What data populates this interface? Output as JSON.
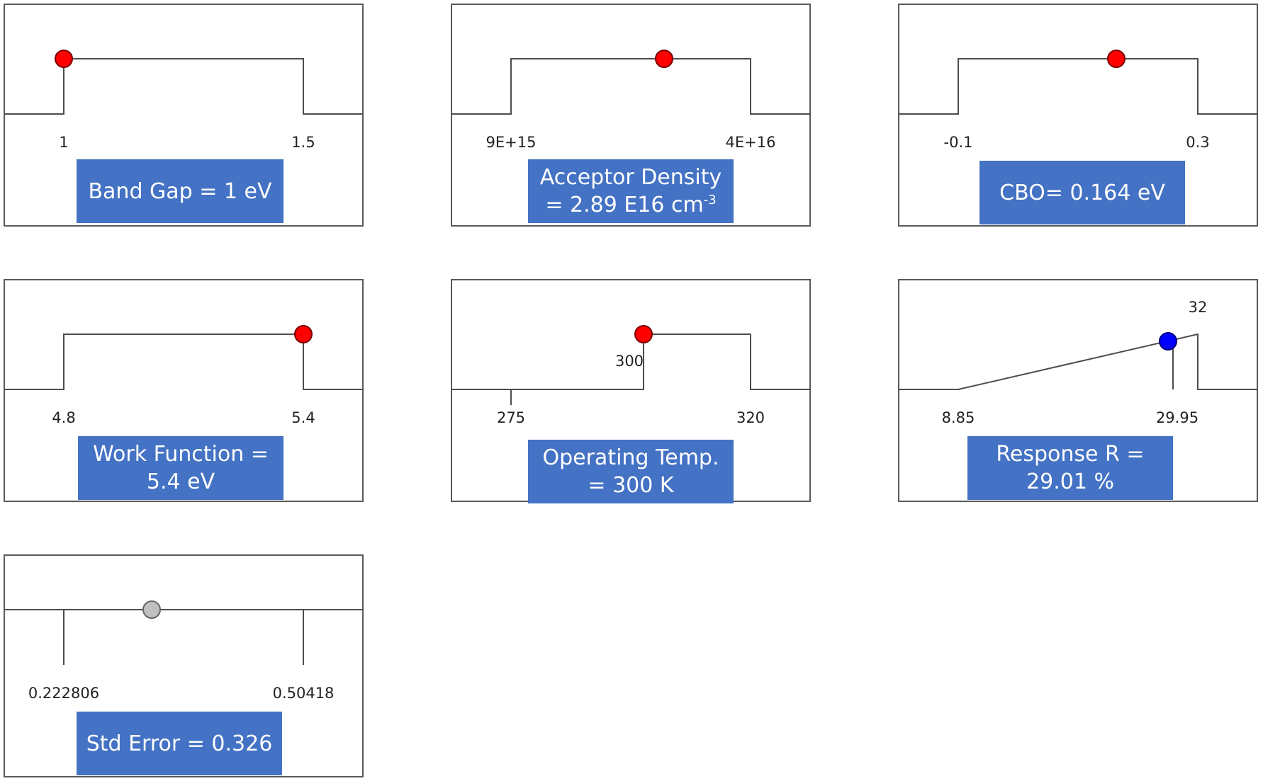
{
  "panels": {
    "band_gap": {
      "low_label": "1",
      "high_label": "1.5",
      "caption": "Band Gap = 1 eV",
      "marker_fraction": 0.0,
      "marker_color": "#ff0000"
    },
    "acceptor_density": {
      "low_label": "9E+15",
      "high_label": "4E+16",
      "caption_line1": "Acceptor Density",
      "caption_line2_prefix": "= 2.89 E16 cm",
      "caption_line2_sup": "-3",
      "marker_fraction": 0.64,
      "marker_color": "#ff0000"
    },
    "cbo": {
      "low_label": "-0.1",
      "high_label": "0.3",
      "caption": "CBO= 0.164 eV",
      "marker_fraction": 0.66,
      "marker_color": "#ff0000"
    },
    "work_function": {
      "low_label": "4.8",
      "high_label": "5.4",
      "caption_line1": "Work Function =",
      "caption_line2": "5.4 eV",
      "marker_fraction": 1.0,
      "marker_color": "#ff0000"
    },
    "operating_temp": {
      "low_label": "275",
      "high_label": "320",
      "current_label": "300",
      "caption_line1": "Operating Temp.",
      "caption_line2": "= 300 K",
      "marker_fraction": 0.555,
      "marker_color": "#ff0000"
    },
    "response": {
      "low_label": "8.85",
      "mid_label": "29.95",
      "high_label": "32",
      "caption_line1": "Response R =",
      "caption_line2": "29.01 %",
      "marker_value": 29.01,
      "marker_color": "#0000ff"
    },
    "std_error": {
      "low_label": "0.222806",
      "high_label": "0.50418",
      "caption": "Std Error = 0.326",
      "marker_fraction": 0.366,
      "marker_color": "#c0c0c0"
    }
  },
  "colors": {
    "caption_bg": "#4472c4",
    "caption_text": "#ffffff"
  }
}
